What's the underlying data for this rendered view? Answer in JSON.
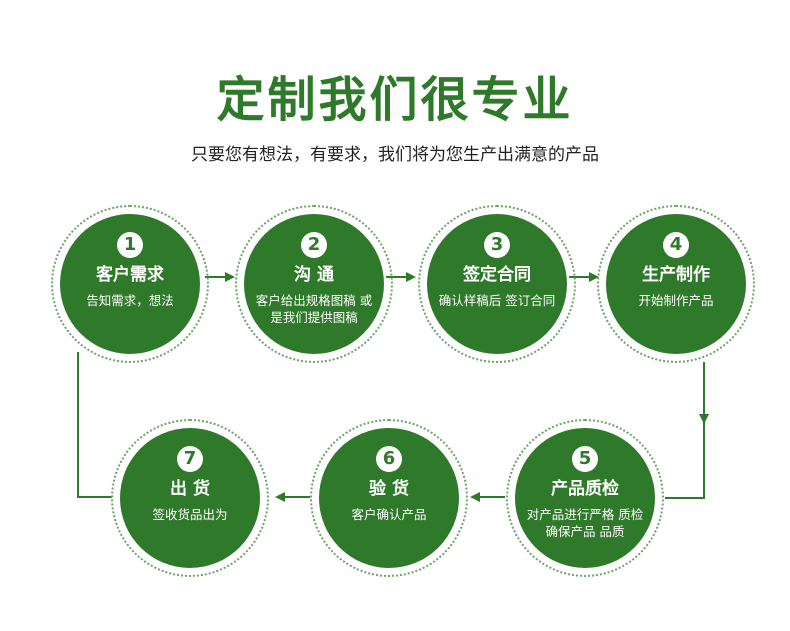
{
  "title": "定制我们很专业",
  "subtitle": "只要您有想法，有要求，我们将为您生产出满意的产品",
  "colors": {
    "primary": "#2f7a2a",
    "ring": "#6aa564"
  },
  "steps": [
    {
      "number": "1",
      "title": "客户需求",
      "desc": "告知需求，想法"
    },
    {
      "number": "2",
      "title": "沟 通",
      "desc": "客户给出规格图稿 或是我们提供图稿"
    },
    {
      "number": "3",
      "title": "签定合同",
      "desc": "确认样稿后 签订合同"
    },
    {
      "number": "4",
      "title": "生产制作",
      "desc": "开始制作产品"
    },
    {
      "number": "5",
      "title": "产品质检",
      "desc": "对产品进行严格 质检确保产品 品质"
    },
    {
      "number": "6",
      "title": "验 货",
      "desc": "客户确认产品"
    },
    {
      "number": "7",
      "title": "出 货",
      "desc": "签收货品出为"
    }
  ]
}
